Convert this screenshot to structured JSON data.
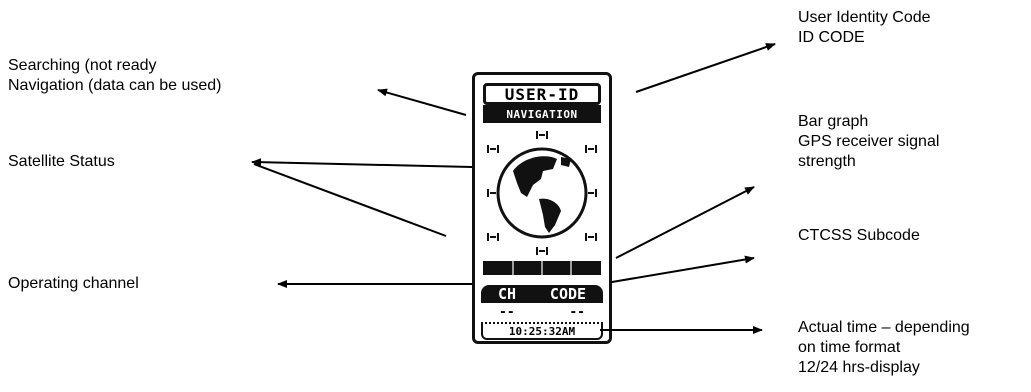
{
  "labels": {
    "user_identity": [
      "User Identity Code",
      "ID CODE"
    ],
    "searching": [
      "Searching  (not ready",
      "Navigation (data can be used)"
    ],
    "bar_graph": [
      "Bar graph",
      "GPS receiver signal",
      "strength"
    ],
    "satellite_status": "Satellite Status",
    "ctcss": "CTCSS Subcode",
    "operating_channel": "Operating channel",
    "actual_time": [
      "Actual time – depending",
      "on time format",
      "12/24 hrs-display"
    ]
  },
  "device": {
    "user_id": "USER-ID",
    "mode": "NAVIGATION",
    "ch_label": "CH",
    "code_label": "CODE",
    "ch_value": "--",
    "code_value": "--",
    "time": "10:25:32AM",
    "satellite_glyph": "I•I"
  },
  "colors": {
    "ink": "#000000",
    "lcd_dark": "#111111"
  }
}
